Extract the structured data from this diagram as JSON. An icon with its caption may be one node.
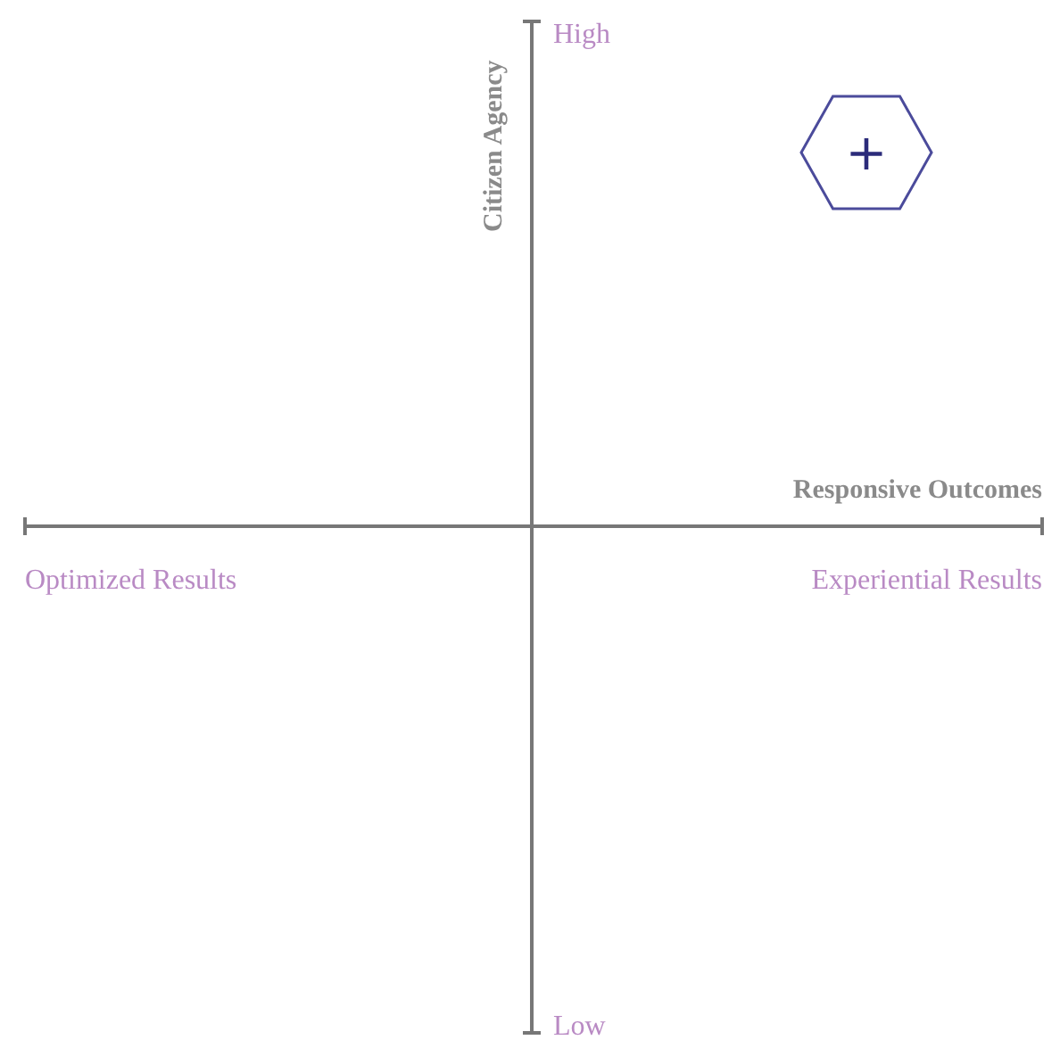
{
  "diagram": {
    "nodes": [
      {
        "text": [
          "+"
        ]
      }
    ],
    "labels": [
      "Citizen Agency",
      "High",
      "Responsive Outcomes",
      "Optimized Results",
      "Experiential Results",
      "Low"
    ]
  }
}
